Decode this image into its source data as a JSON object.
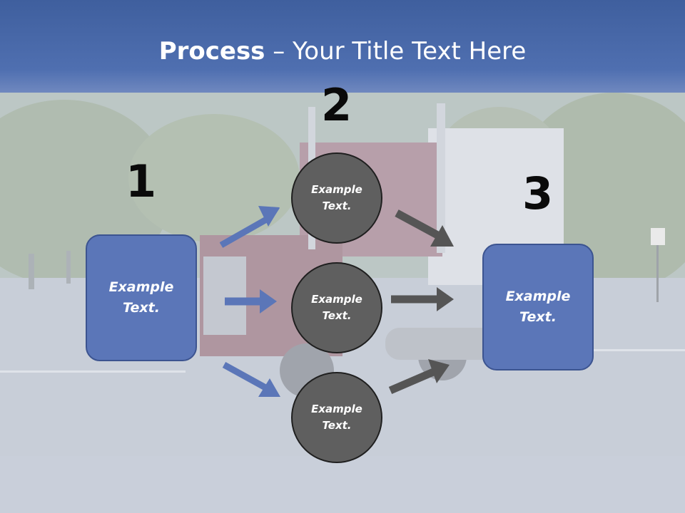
{
  "title": {
    "bold": "Process",
    "rest": " – Your Title Text Here"
  },
  "steps": {
    "one": "1",
    "two": "2",
    "three": "3"
  },
  "nodes": {
    "left_box": "Example\nText.",
    "right_box": "Example\nText.",
    "circle_top": "Example\nText.",
    "circle_middle": "Example\nText.",
    "circle_bottom": "Example\nText."
  },
  "colors": {
    "title_band": "#4f6fb0",
    "box_fill": "#5b76b8",
    "circle_fill": "#5f5f5f",
    "blue_arrow": "#5b76b8",
    "gray_arrow": "#555555"
  }
}
